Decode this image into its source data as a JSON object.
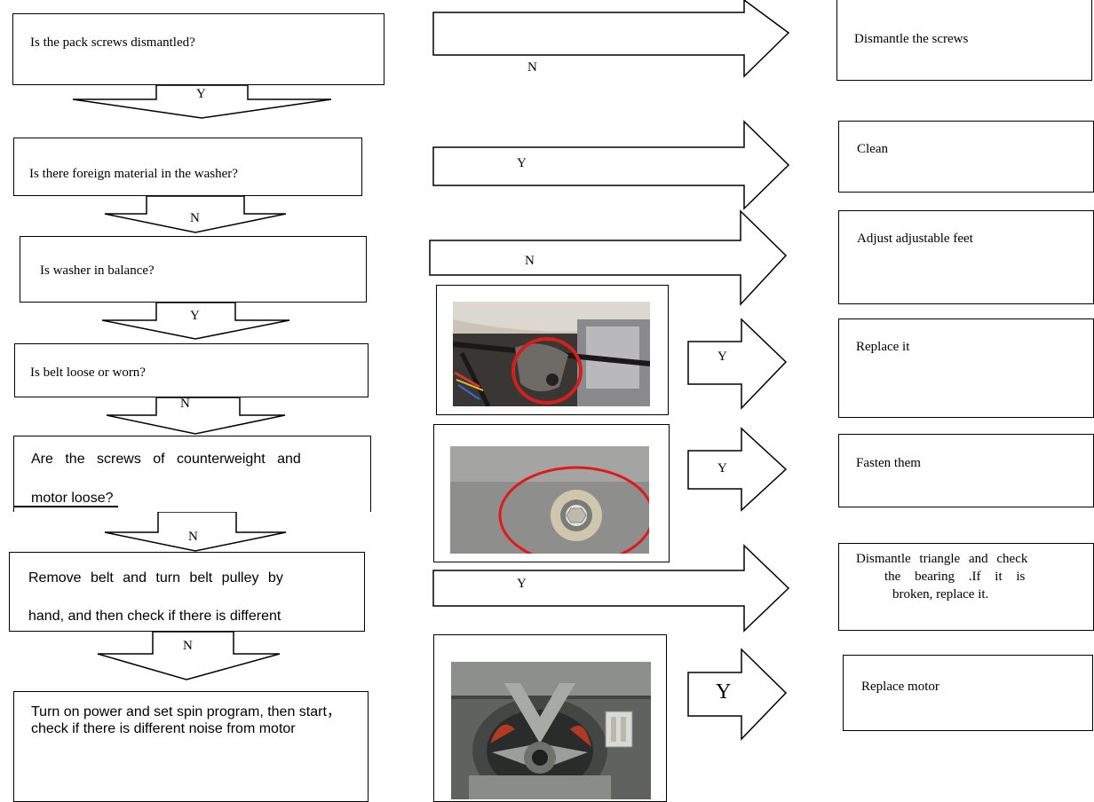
{
  "questions": {
    "q1": "Is the pack screws dismantled?",
    "q2": "Is there foreign material in the washer?",
    "q3": "Is washer in balance?",
    "q4": "Is belt loose or worn?",
    "q5_line1": "Are the screws of counterweight and",
    "q5_line2": "motor loose?",
    "q6_line1": "Remove belt and turn belt pulley by",
    "q6_line2": "hand, and then check if there is different",
    "q7": "Turn on power and set spin program, then start，check if there is different noise from motor"
  },
  "actions": {
    "a1": "Dismantle the screws",
    "a2": "Clean",
    "a3": "Adjust adjustable feet",
    "a4": "Replace it",
    "a5": "Fasten them",
    "a6_line1": "Dismantle triangle and check",
    "a6_line2": "the bearing .If it is",
    "a6_line3": "broken, replace it.",
    "a7": "Replace motor"
  },
  "down_labels": {
    "d1": "Y",
    "d2": "N",
    "d3": "Y",
    "d4": "N",
    "d5": "N",
    "d6": "N"
  },
  "right_labels": {
    "r1": "N",
    "r2": "Y",
    "r3": "N",
    "r4": "Y",
    "r5": "Y",
    "r6": "Y",
    "r7": "Y"
  },
  "photos": {
    "p1": "belt-tensioner-photo",
    "p2": "counterweight-screw-photo",
    "p3": "motor-photo"
  }
}
